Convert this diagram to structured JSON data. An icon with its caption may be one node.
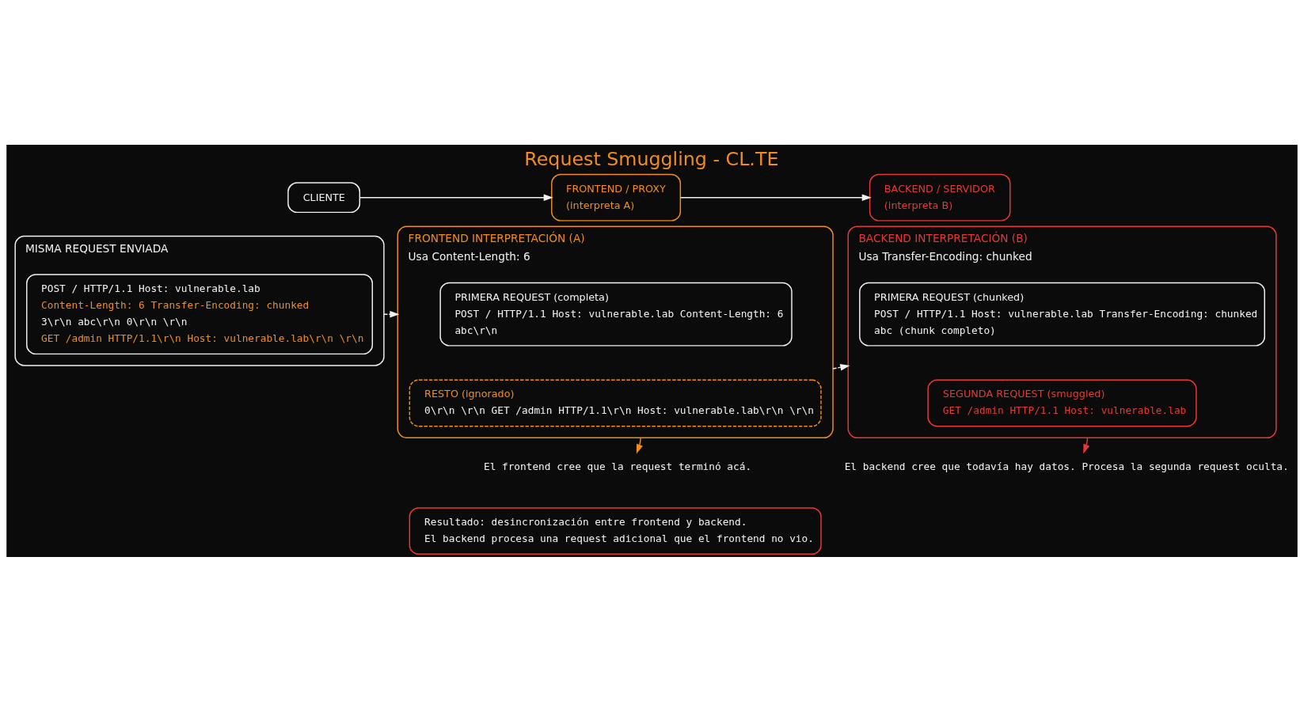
{
  "diagram": {
    "title": "Request Smuggling - CL.TE",
    "nodes": [
      {
        "text": [
          "CLIENTE"
        ]
      },
      {
        "text": [
          "FRONTEND / PROXY",
          "(interpreta A)"
        ]
      },
      {
        "text": [
          "BACKEND / SERVIDOR",
          "(interpreta B)"
        ]
      },
      {
        "text": [
          "MISMA REQUEST ENVIADA"
        ]
      },
      {
        "text": [
          "POST / HTTP/1.1 Host: vulnerable.lab",
          "Content-Length: 6 Transfer-Encoding: chunked",
          "3\\r\\n abc\\r\\n 0\\r\\n \\r\\n",
          "GET /admin HTTP/1.1\\r\\n Host: vulnerable.lab\\r\\n \\r\\n"
        ],
        "in": 3
      },
      {
        "text": [
          "FRONTEND INTERPRETACIÓN (A)",
          "Usa Content-Length: 6"
        ]
      },
      {
        "text": [
          "PRIMERA REQUEST (completa)",
          "POST / HTTP/1.1 Host: vulnerable.lab Content-Length: 6",
          "abc\\r\\n"
        ],
        "in": 5
      },
      {
        "text": [
          "RESTO (ignorado)",
          "0\\r\\n \\r\\n GET /admin HTTP/1.1\\r\\n Host: vulnerable.lab\\r\\n \\r\\n"
        ],
        "in": 5
      },
      {
        "text": [
          "BACKEND INTERPRETACIÓN (B)",
          "Usa Transfer-Encoding: chunked"
        ]
      },
      {
        "text": [
          "PRIMERA REQUEST (chunked)",
          "POST / HTTP/1.1 Host: vulnerable.lab Transfer-Encoding: chunked",
          "abc (chunk completo)"
        ],
        "in": 8
      },
      {
        "text": [
          "SEGUNDA REQUEST (smuggled)",
          "GET /admin HTTP/1.1 Host: vulnerable.lab"
        ],
        "in": 8
      },
      {
        "text": [
          "El frontend cree que la request terminó acá."
        ]
      },
      {
        "text": [
          "El backend cree que todavía hay datos. Procesa la segunda request oculta."
        ]
      },
      {
        "text": [
          "Resultado: desincronización entre frontend y backend.",
          "El backend procesa una request adicional que el frontend no vio."
        ]
      }
    ],
    "edges": [
      {
        "from": 0,
        "to": 1,
        "arrow": "to"
      },
      {
        "from": 1,
        "to": 2,
        "arrow": "to"
      },
      {
        "from": 3,
        "to": 5,
        "arrow": "to",
        "style": "dashed"
      },
      {
        "from": 5,
        "to": 8,
        "arrow": "to",
        "style": "dashed"
      },
      {
        "from": 5,
        "to": 11,
        "arrow": "to",
        "color": "#f28c1e"
      },
      {
        "from": 8,
        "to": 12,
        "arrow": "to",
        "color": "#e53935"
      }
    ]
  }
}
